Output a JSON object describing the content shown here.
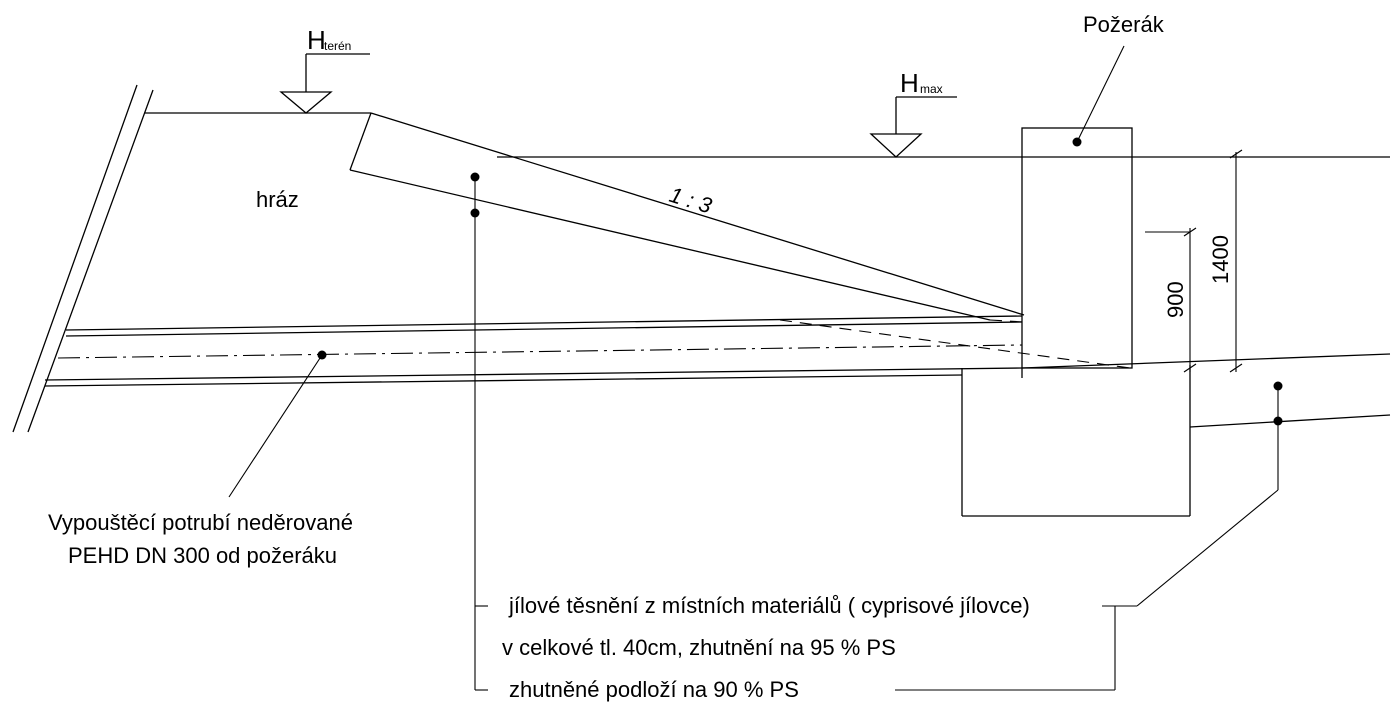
{
  "labels": {
    "h_teren_main": "H",
    "h_teren_sub": "terén",
    "h_max_main": "H",
    "h_max_sub": "max",
    "pozerak": "Požerák",
    "hraz": "hráz",
    "slope": "1 : 3",
    "dim_1400": "1400",
    "dim_900": "900",
    "pipe_line1": "Vypouštěcí potrubí neděrované",
    "pipe_line2": "PEHD DN 300 od požeráku",
    "seal_line1": "jílové těsnění z místních materiálů ( cyprisové jílovce)",
    "seal_line2": "v celkové tl. 40cm, zhutnění na 95 % PS",
    "subsoil": "zhutněné podloží na 90 % PS"
  }
}
